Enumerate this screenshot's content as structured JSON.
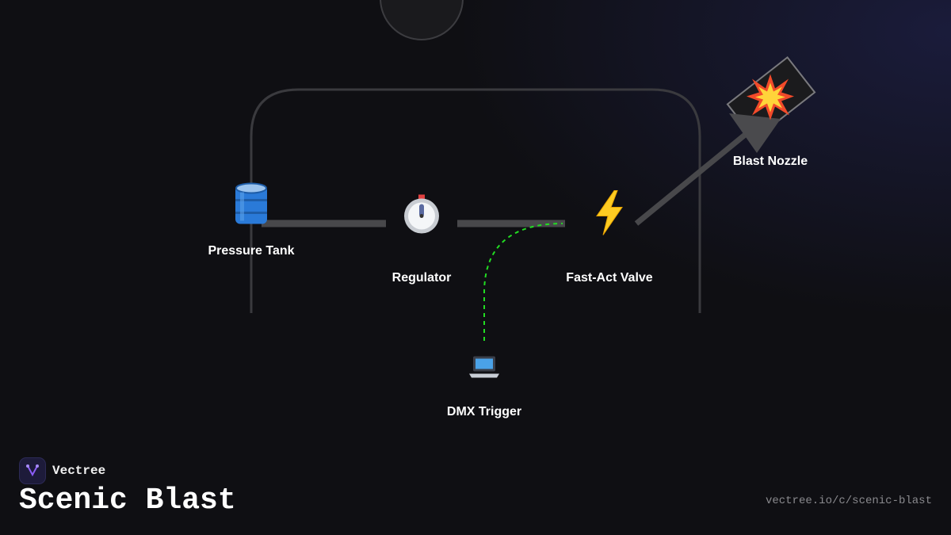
{
  "diagram": {
    "nodes": [
      {
        "id": "tank",
        "label": "Pressure Tank",
        "icon": "oil-drum-icon"
      },
      {
        "id": "regulator",
        "label": "Regulator",
        "icon": "timer-clock-icon"
      },
      {
        "id": "valve",
        "label": "Fast-Act Valve",
        "icon": "lightning-bolt-icon"
      },
      {
        "id": "nozzle",
        "label": "Blast Nozzle",
        "icon": "collision-burst-icon"
      },
      {
        "id": "trigger",
        "label": "DMX Trigger",
        "icon": "laptop-icon"
      }
    ],
    "connections": [
      {
        "from": "tank",
        "to": "regulator",
        "style": "pipe"
      },
      {
        "from": "regulator",
        "to": "valve",
        "style": "pipe"
      },
      {
        "from": "valve",
        "to": "nozzle",
        "style": "pipe"
      },
      {
        "from": "trigger",
        "to": "valve",
        "style": "signal-dashed",
        "color": "#22dd22"
      }
    ]
  },
  "brand": {
    "name": "Vectree",
    "logo_color": "#8b5cf6"
  },
  "title": "Scenic Blast",
  "url": "vectree.io/c/scenic-blast"
}
